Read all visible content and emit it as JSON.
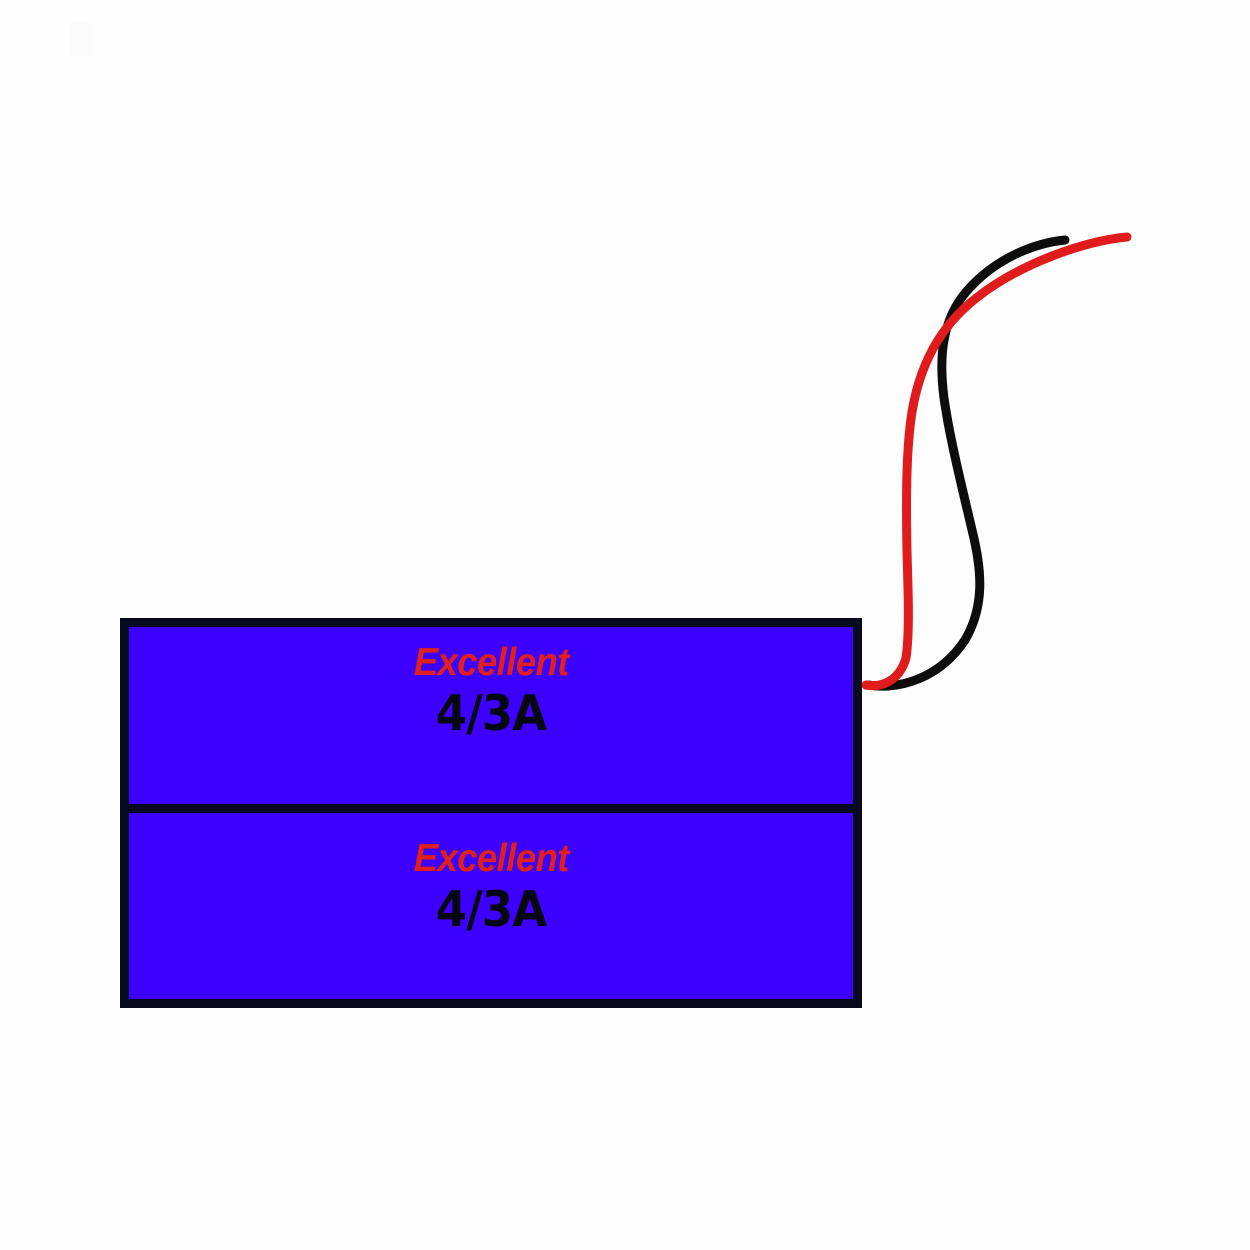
{
  "diagram": {
    "title": "Excellent 4/3A battery pack with red and black leads",
    "background_color": "#fdfdfd"
  },
  "label": {
    "body_color": "#3c00ff",
    "border_color": "#0a0a1e",
    "cells": [
      {
        "grade": "Excellent",
        "grade_color": "#e02020",
        "model": "4/3A",
        "model_color": "#08060f"
      },
      {
        "grade": "Excellent",
        "grade_color": "#e02020",
        "model": "4/3A",
        "model_color": "#08060f"
      }
    ]
  },
  "leads": [
    {
      "name": "red-lead",
      "color": "#e01b1b",
      "stroke_width": 9
    },
    {
      "name": "black-lead",
      "color": "#0d0d0d",
      "stroke_width": 9
    }
  ]
}
